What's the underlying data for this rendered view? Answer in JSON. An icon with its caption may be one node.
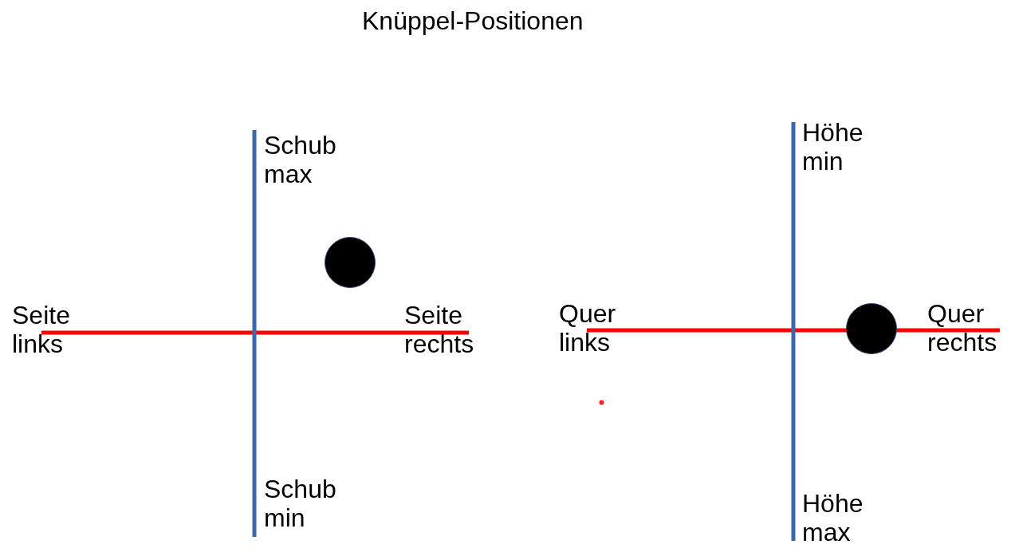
{
  "diagram": {
    "title": "Knüppel-Positionen",
    "labels": [
      "Schub max",
      "Seite links",
      "Seite rechts",
      "Schub min",
      "Höhe min",
      "Quer links",
      "Quer rechts",
      "Höhe max"
    ]
  }
}
